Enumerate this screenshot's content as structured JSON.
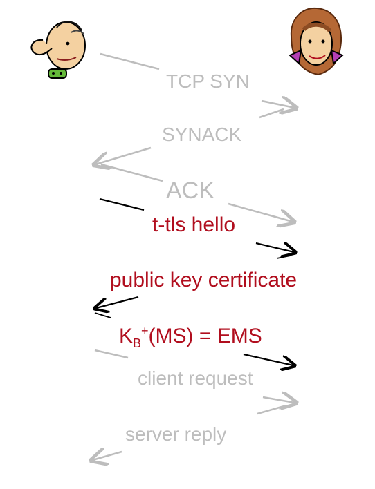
{
  "diagram": {
    "messages": [
      {
        "id": "tcp-syn",
        "text": "TCP SYN"
      },
      {
        "id": "synack",
        "text": "SYNACK"
      },
      {
        "id": "ack",
        "text": "ACK"
      },
      {
        "id": "t-tls-hello",
        "text": "t-tls hello"
      },
      {
        "id": "public-key-certificate",
        "text": "public key certificate"
      },
      {
        "id": "ems",
        "text": "K",
        "subscript": "B",
        "superscript": "+",
        "suffix": "(MS) = EMS"
      },
      {
        "id": "client-request",
        "text": "client request"
      },
      {
        "id": "server-reply",
        "text": "server reply"
      }
    ],
    "colors": {
      "gray": "#bdbdbd",
      "red": "#b10e1e",
      "black": "#000000"
    },
    "icons": {
      "left_party": "man-cartoon-icon",
      "right_party": "woman-cartoon-icon"
    }
  }
}
